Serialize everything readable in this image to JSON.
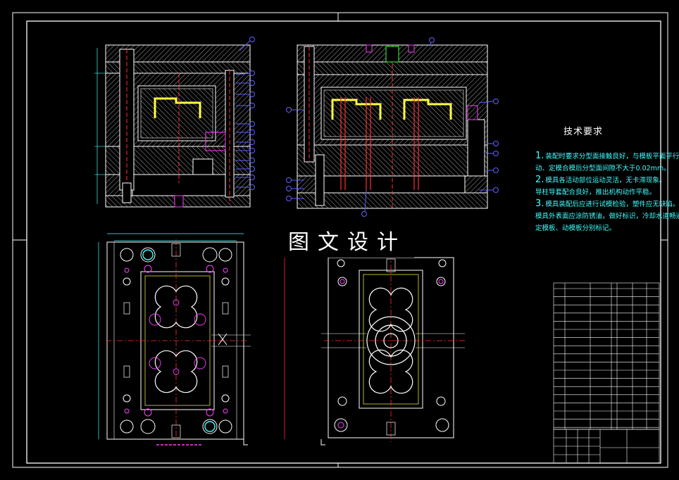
{
  "overlay": {
    "title": "图文设计"
  },
  "technical_requirements": {
    "title": "技术要求",
    "items": [
      {
        "num": "1.",
        "text": "装配时要求分型面接触良好，与模板平面平行。"
      },
      {
        "num": "",
        "text": "动、定模合模后分型面间隙不大于0.02mm。"
      },
      {
        "num": "2.",
        "text": "模具各活动部位运动灵活，无卡滞现象。"
      },
      {
        "num": "",
        "text": "导柱导套配合良好，推出机构动作平稳。"
      },
      {
        "num": "3.",
        "text": "模具装配后应进行试模检验，塑件应无缺陷。"
      },
      {
        "num": "",
        "text": "模具外表面应涂防锈油，做好标识，冷却水道畅通无渗漏。"
      },
      {
        "num": "",
        "text": "定模板、动模板分别标记。"
      }
    ]
  },
  "colors": {
    "background": "#000000",
    "frame": "#ffffff",
    "hatch": "#ffffff",
    "plate_outline": "#ffff40",
    "centerline": "#ff3030",
    "dimension": "#40ffff",
    "balloon": "#6060ff",
    "magenta": "#ff40ff",
    "green": "#40ff40"
  },
  "icons": {
    "balloon": "part-balloon-icon",
    "screw": "screw-icon"
  }
}
